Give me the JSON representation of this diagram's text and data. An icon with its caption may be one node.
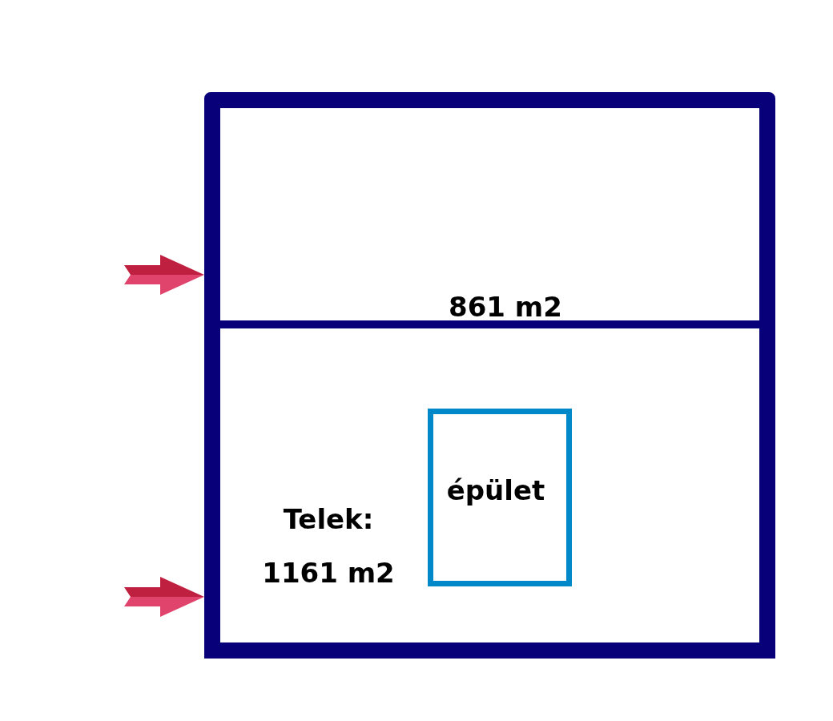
{
  "diagram": {
    "nodes": [
      {
        "text": [
          "861 m2"
        ]
      },
      {
        "text": [
          "Telek:",
          "1161 m2"
        ]
      },
      {
        "text": [
          "épület"
        ],
        "in": 1
      }
    ],
    "edges": [
      {
        "from": null,
        "to": 0,
        "arrow": "to"
      },
      {
        "from": null,
        "to": 1,
        "arrow": "to"
      }
    ]
  }
}
